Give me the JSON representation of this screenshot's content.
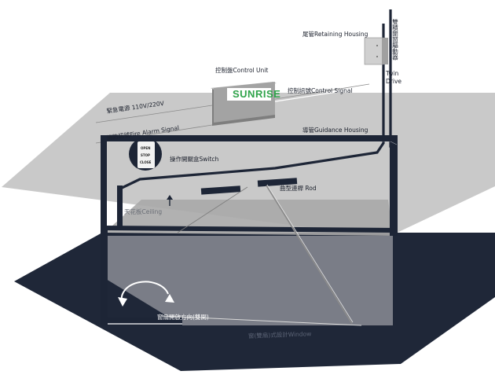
{
  "diagram": {
    "labels": {
      "retaining_housing": "尾管Retaining Housing",
      "twin_drive_cn": "雙積開窗驅動器",
      "twin_drive_en_1": "Twin",
      "twin_drive_en_2": "Drive",
      "control_unit": "控制盤Control Unit",
      "control_signal": "控制訊號Control Signal",
      "guidance_housing": "導管Guidance Housing",
      "emergency_power": "緊急電源 110V/220V",
      "fire_alarm": "消防訊號Fire Alarm Signal",
      "switch": "操作開關盒Switch",
      "ceiling": "天花板Ceiling",
      "rod": "曲型連桿 Rod",
      "window_direction": "窗扇開啟方向(雙開)",
      "floor_text": "窗(雙扇)式設計Window"
    },
    "brand": "SUNRISE",
    "switch_buttons": [
      "OPEN",
      "STOP",
      "CLOSE"
    ],
    "colors": {
      "frame": "#1d2536",
      "ceiling": "#c9c9c9",
      "floor": "#1f2738",
      "brand": "#2fa34a"
    }
  }
}
